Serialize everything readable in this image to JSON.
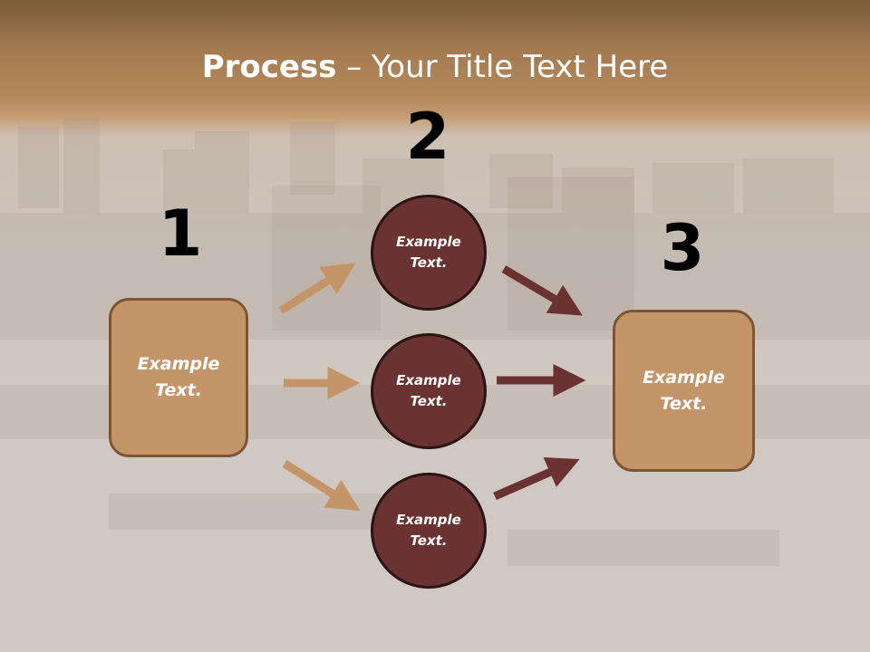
{
  "title": {
    "bold": "Process",
    "rest": " – Your Title Text Here"
  },
  "steps": {
    "num1": "1",
    "num2": "2",
    "num3": "3"
  },
  "nodes": {
    "left_box": "Example Text.",
    "circle_top": "Example Text.",
    "circle_middle": "Example Text.",
    "circle_bottom": "Example Text.",
    "right_box": "Example Text."
  },
  "colors": {
    "header_brown": "#a37a50",
    "box_fill": "#c5956a",
    "circle_fill": "#6b3232",
    "arrow_light": "#c5956a",
    "arrow_dark": "#6b3232"
  }
}
